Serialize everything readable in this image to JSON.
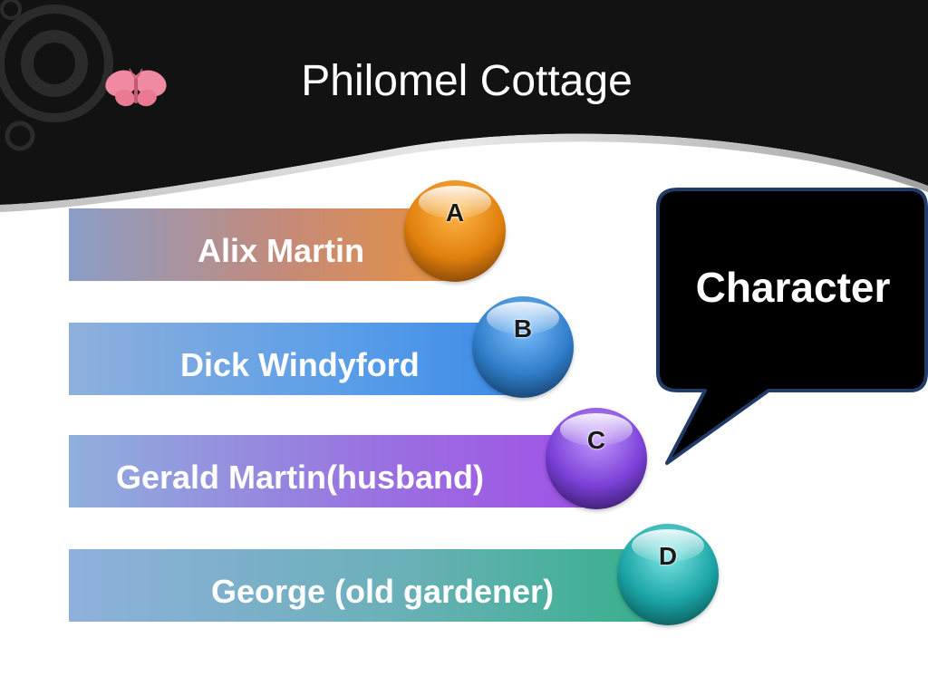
{
  "slide": {
    "title": "Philomel Cottage"
  },
  "callout": {
    "text": "Character"
  },
  "characters": [
    {
      "letter": "A",
      "name": "Alix Martin"
    },
    {
      "letter": "B",
      "name": "Dick Windyford"
    },
    {
      "letter": "C",
      "name": "Gerald Martin(husband)"
    },
    {
      "letter": "D",
      "name": "George (old gardener)"
    }
  ],
  "colors": {
    "header_bg": "#121212",
    "orb_a": "#e07f0c",
    "orb_b": "#2f7cc8",
    "orb_c": "#7a40d6",
    "orb_d": "#1aa3a3",
    "butterfly": "#f08aa0",
    "callout_bg": "#000000",
    "callout_border": "#1f3b66"
  },
  "icons": {
    "decoration": "butterfly-icon"
  }
}
